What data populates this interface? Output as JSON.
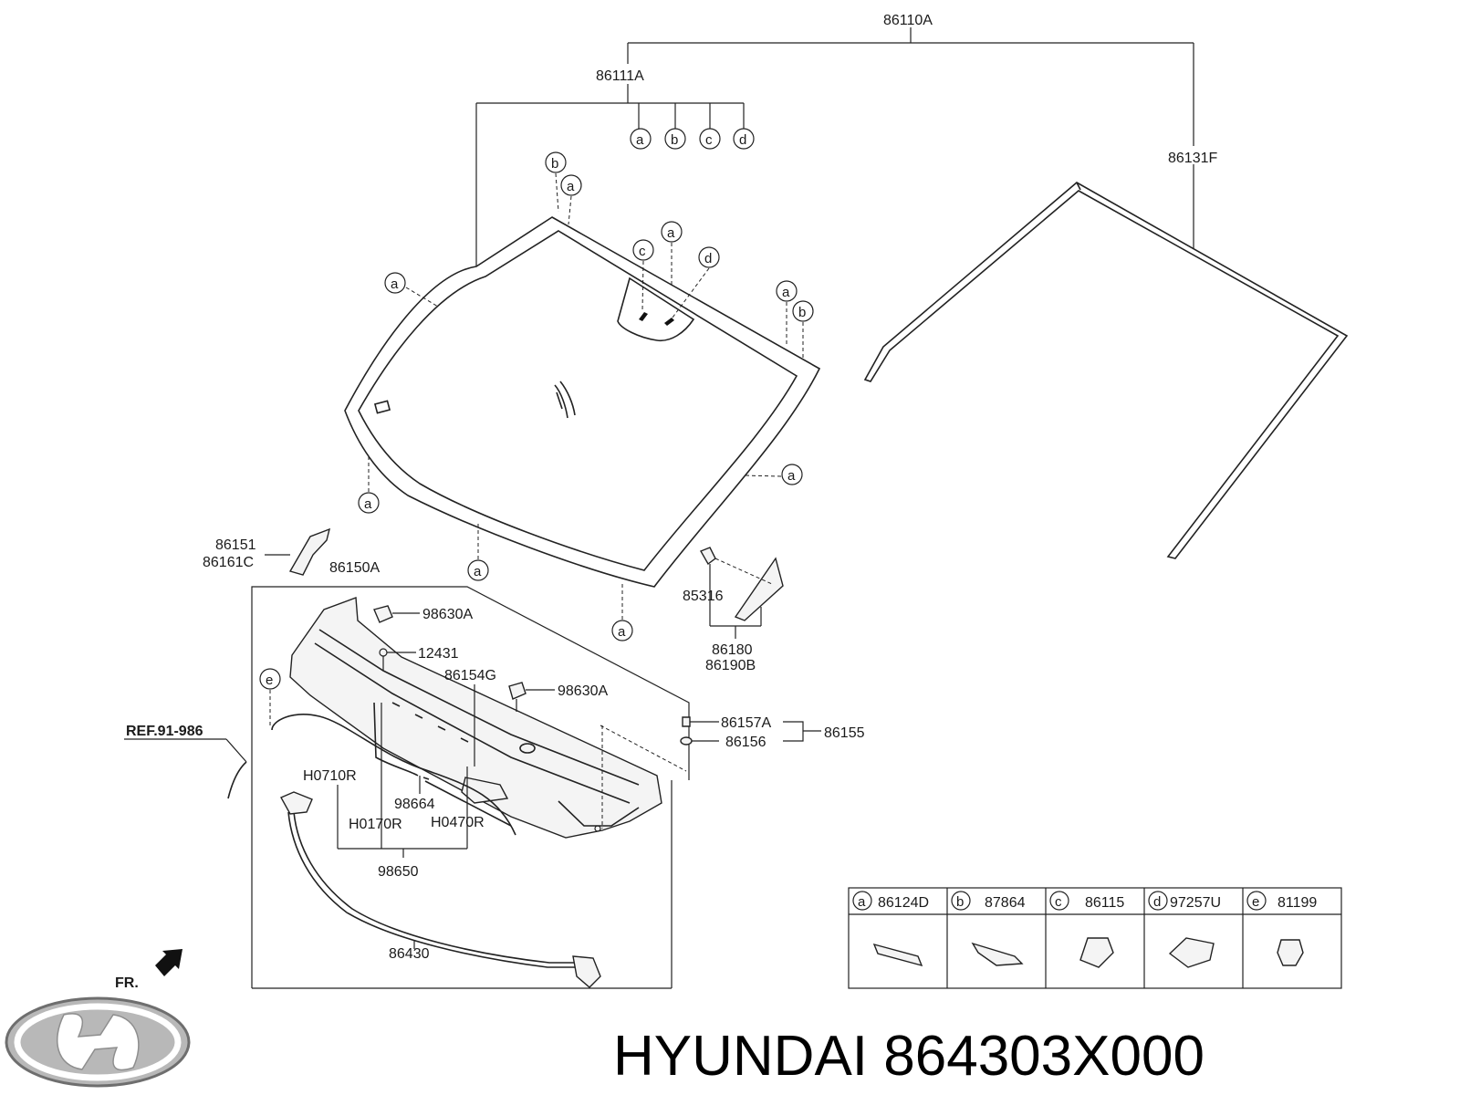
{
  "diagram": {
    "labels": {
      "l86110A": "86110A",
      "l86111A": "86111A",
      "l86131F": "86131F",
      "l86151": "86151",
      "l86161C": "86161C",
      "l86150A": "86150A",
      "l98630A_1": "98630A",
      "l12431": "12431",
      "l86154G": "86154G",
      "l98630A_2": "98630A",
      "l85316": "85316",
      "l86180": "86180",
      "l86190B": "86190B",
      "l86157A": "86157A",
      "l86156": "86156",
      "l86155": "86155",
      "lH0710R": "H0710R",
      "l98664": "98664",
      "lH0170R": "H0170R",
      "lH0470R": "H0470R",
      "l98650": "98650",
      "l86430": "86430",
      "lREF": "REF.91-986",
      "lFR": "FR."
    },
    "callouts": {
      "a": "a",
      "b": "b",
      "c": "c",
      "d": "d",
      "e": "e"
    }
  },
  "legend_table": {
    "items": [
      {
        "letter": "a",
        "part": "86124D"
      },
      {
        "letter": "b",
        "part": "87864"
      },
      {
        "letter": "c",
        "part": "86115"
      },
      {
        "letter": "d",
        "part": "97257U"
      },
      {
        "letter": "e",
        "part": "81199"
      }
    ]
  },
  "brand": {
    "text": "HYUNDAI 864303X000",
    "logo": "hyundai-logo-icon"
  }
}
